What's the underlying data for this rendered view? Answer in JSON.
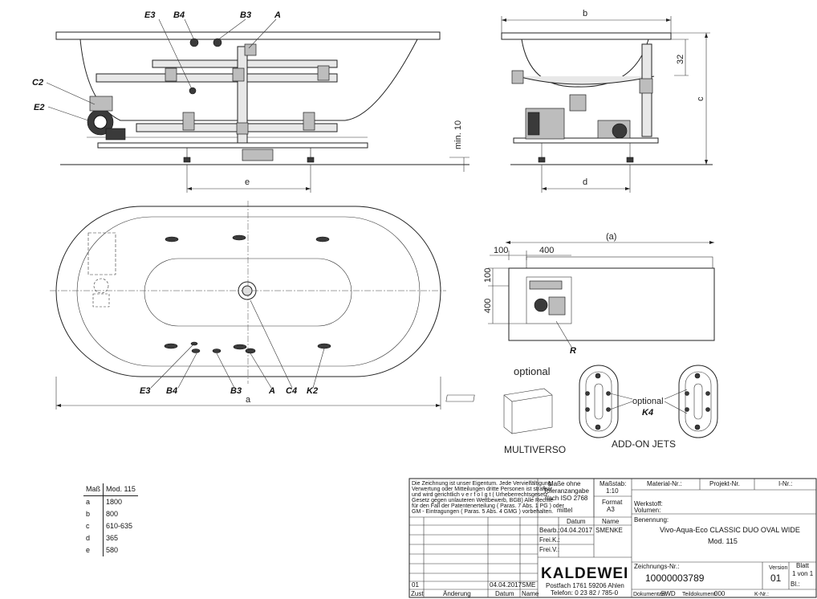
{
  "labels": {
    "E3": "E3",
    "B4": "B4",
    "B3": "B3",
    "A": "A",
    "C2": "C2",
    "E2": "E2",
    "C4": "C4",
    "K2": "K2",
    "R": "R",
    "K4": "K4"
  },
  "dims": {
    "a": "a",
    "b": "b",
    "c": "c",
    "d": "d",
    "e": "e",
    "min10": "min. 10",
    "d32": "32",
    "a_paren": "(a)",
    "d100_top": "100",
    "d400_top": "400",
    "d100_side": "100",
    "d400_side": "400"
  },
  "options": {
    "optional_top": "optional",
    "multiverso": "MULTIVERSO",
    "optional_jets": "optional",
    "addon_jets": "ADD-ON JETS"
  },
  "measures": {
    "header": [
      "Maß",
      "Mod. 115"
    ],
    "rows": [
      [
        "a",
        "1800"
      ],
      [
        "b",
        "800"
      ],
      [
        "c",
        "610-635"
      ],
      [
        "d",
        "365"
      ],
      [
        "e",
        "580"
      ]
    ]
  },
  "title_block": {
    "legal": [
      "Die Zeichnung ist unser Eigentum. Jede  Vervielfältigung,",
      "Verwertung oder Mitteilungen dritte Personen ist strafbar",
      "und wird gerichtlich  v e r f o l g t  ( Urheberrechtsgesetz,",
      "Gesetz gegen unlauteren Wettbewerb, BGB) Alle Rechte",
      "für den Fall der Patentenerteilung ( Paras. 7 Abs. 1 PG ) oder",
      "GM - Eintragungen  ( Paras. 5 Abs. 4 GMG )  vorbehalten."
    ],
    "tolerance": [
      "Maße ohne",
      "Toleranzangabe",
      "nach ISO 2768"
    ],
    "tolerance_class": "mittel",
    "scale_label": "Maßstab:",
    "scale": "1:10",
    "format_label": "Format",
    "format": "A3",
    "material": "Material-Nr.:",
    "project": "Projekt-Nr.",
    "inr": "I-Nr.:",
    "werkstoff": "Werkstoff:",
    "volumen": "Volumen:",
    "benennung_label": "Benennung:",
    "benennung": "Vivo-Aqua-Eco CLASSIC DUO OVAL WIDE",
    "model": "Mod. 115",
    "datum_h": "Datum",
    "name_h": "Name",
    "bearb": "Bearb.:",
    "bearb_date": "04.04.2017",
    "bearb_name": "SMENKE",
    "freik": "Frei.K.:",
    "freiv": "Frei.V.:",
    "brand": "KALDEWEI",
    "address1": "Postfach 1761    59206 Ahlen",
    "address2": "Telefon: 0 23 82 / 785-0",
    "zeichnung_label": "Zeichnungs-Nr.:",
    "zeichnung": "10000003789",
    "version_label": "Version",
    "version": "01",
    "blatt_label": "Blatt",
    "blatt": "1 von 1",
    "bl": "Bl.:",
    "dokart": "Dokumentart:",
    "dokart_val": "SWD",
    "teildok": "Teildokument:",
    "teildok_val": "000",
    "knr": "K-Nr.:",
    "rev_no": "01",
    "rev_date": "04.04.2017",
    "rev_name": "SME",
    "zust": "Zust",
    "aenderung": "Änderung",
    "datum_f": "Datum",
    "name_f": "Name"
  }
}
